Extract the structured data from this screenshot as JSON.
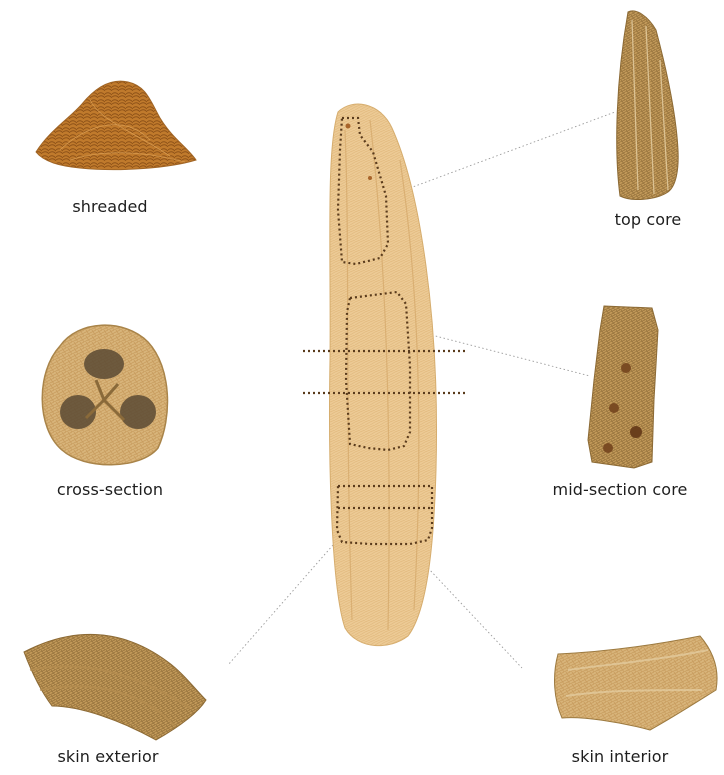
{
  "labels": {
    "shredded": "shreaded",
    "cross_section": "cross-section",
    "skin_exterior": "skin exterior",
    "top_core": "top core",
    "mid_section_core": "mid-section core",
    "skin_interior": "skin interior"
  },
  "colors": {
    "fiber_light": "#e8c48f",
    "fiber_mid": "#d9a968",
    "fiber_dark": "#8a6a3a",
    "fiber_brown": "#b67a2e",
    "dotted_outline": "#5a3b1c",
    "leader_line": "#9a9a9a"
  }
}
